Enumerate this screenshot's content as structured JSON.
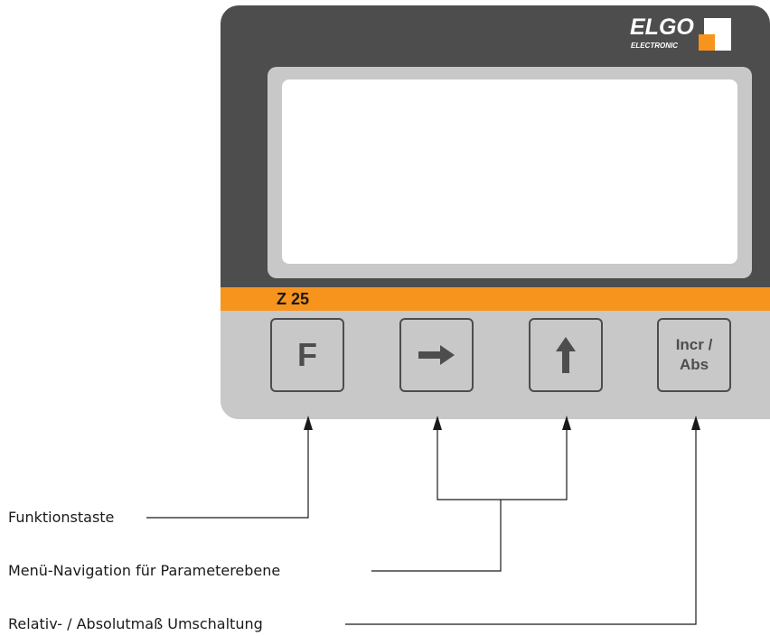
{
  "device": {
    "brand": "ELGO",
    "brand_sub": "ELECTRONIC",
    "model": "Z 25",
    "keys": {
      "f_label": "F",
      "right_icon": "arrow-right-icon",
      "up_icon": "arrow-up-icon",
      "incr_line1": "Incr /",
      "incr_line2": "Abs"
    }
  },
  "callouts": {
    "function_key": "Funktionstaste",
    "menu_navigation": "Menü-Navigation für Parameterebene",
    "relative_absolute": "Relativ- / Absolutmaß Umschaltung"
  },
  "colors": {
    "housing": "#4d4d4d",
    "panel": "#c8c8c8",
    "accent": "#f7941d",
    "screen": "#ffffff"
  }
}
